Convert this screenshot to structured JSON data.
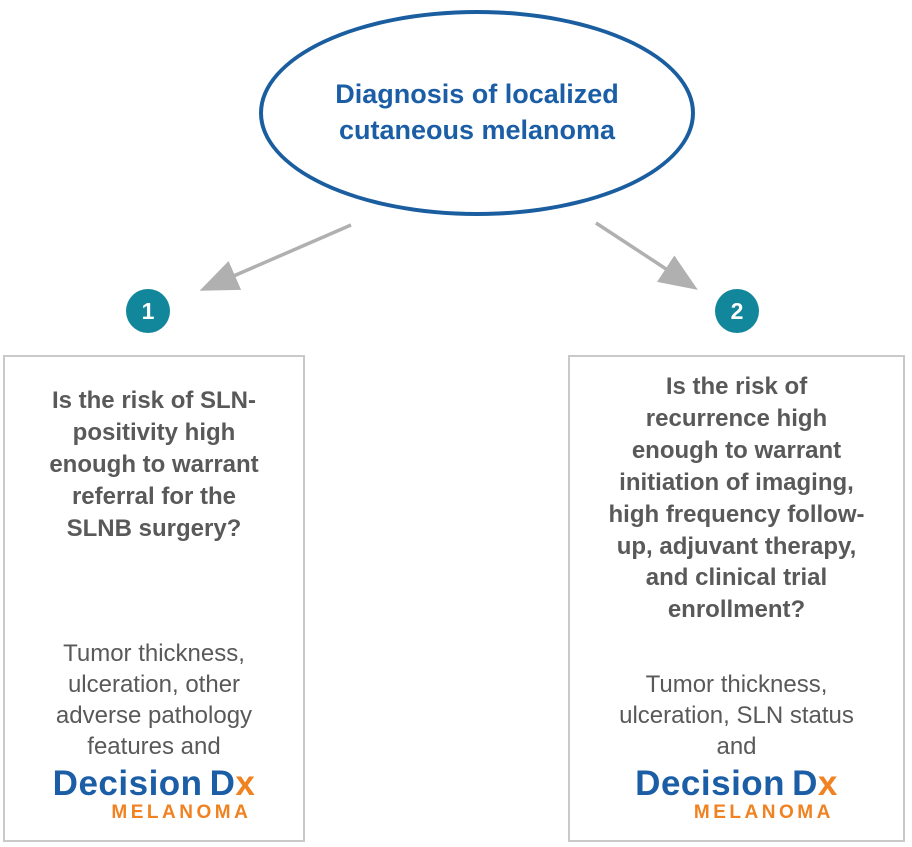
{
  "diagram": {
    "root": {
      "text": "Diagnosis of localized cutaneous melanoma"
    },
    "branches": [
      {
        "number": "1",
        "question": "Is the risk of SLN-positivity high enough to warrant referral for the SLNB surgery?",
        "factors": "Tumor thickness, ulceration, other adverse pathology features and"
      },
      {
        "number": "2",
        "question": "Is the risk of recurrence high enough to warrant initiation of imaging, high frequency follow-up, adjuvant therapy, and clinical trial enrollment?",
        "factors": "Tumor thickness, ulceration, SLN status and"
      }
    ],
    "logo": {
      "decision": "Decision",
      "d": "D",
      "x": "x",
      "product": "MELANOMA"
    },
    "colors": {
      "blue": "#1B5EA6",
      "teal": "#12879B",
      "orange": "#F08222",
      "text_gray": "#595959",
      "arrow_gray": "#B0B0B0",
      "box_border": "#C9C9C9"
    }
  }
}
